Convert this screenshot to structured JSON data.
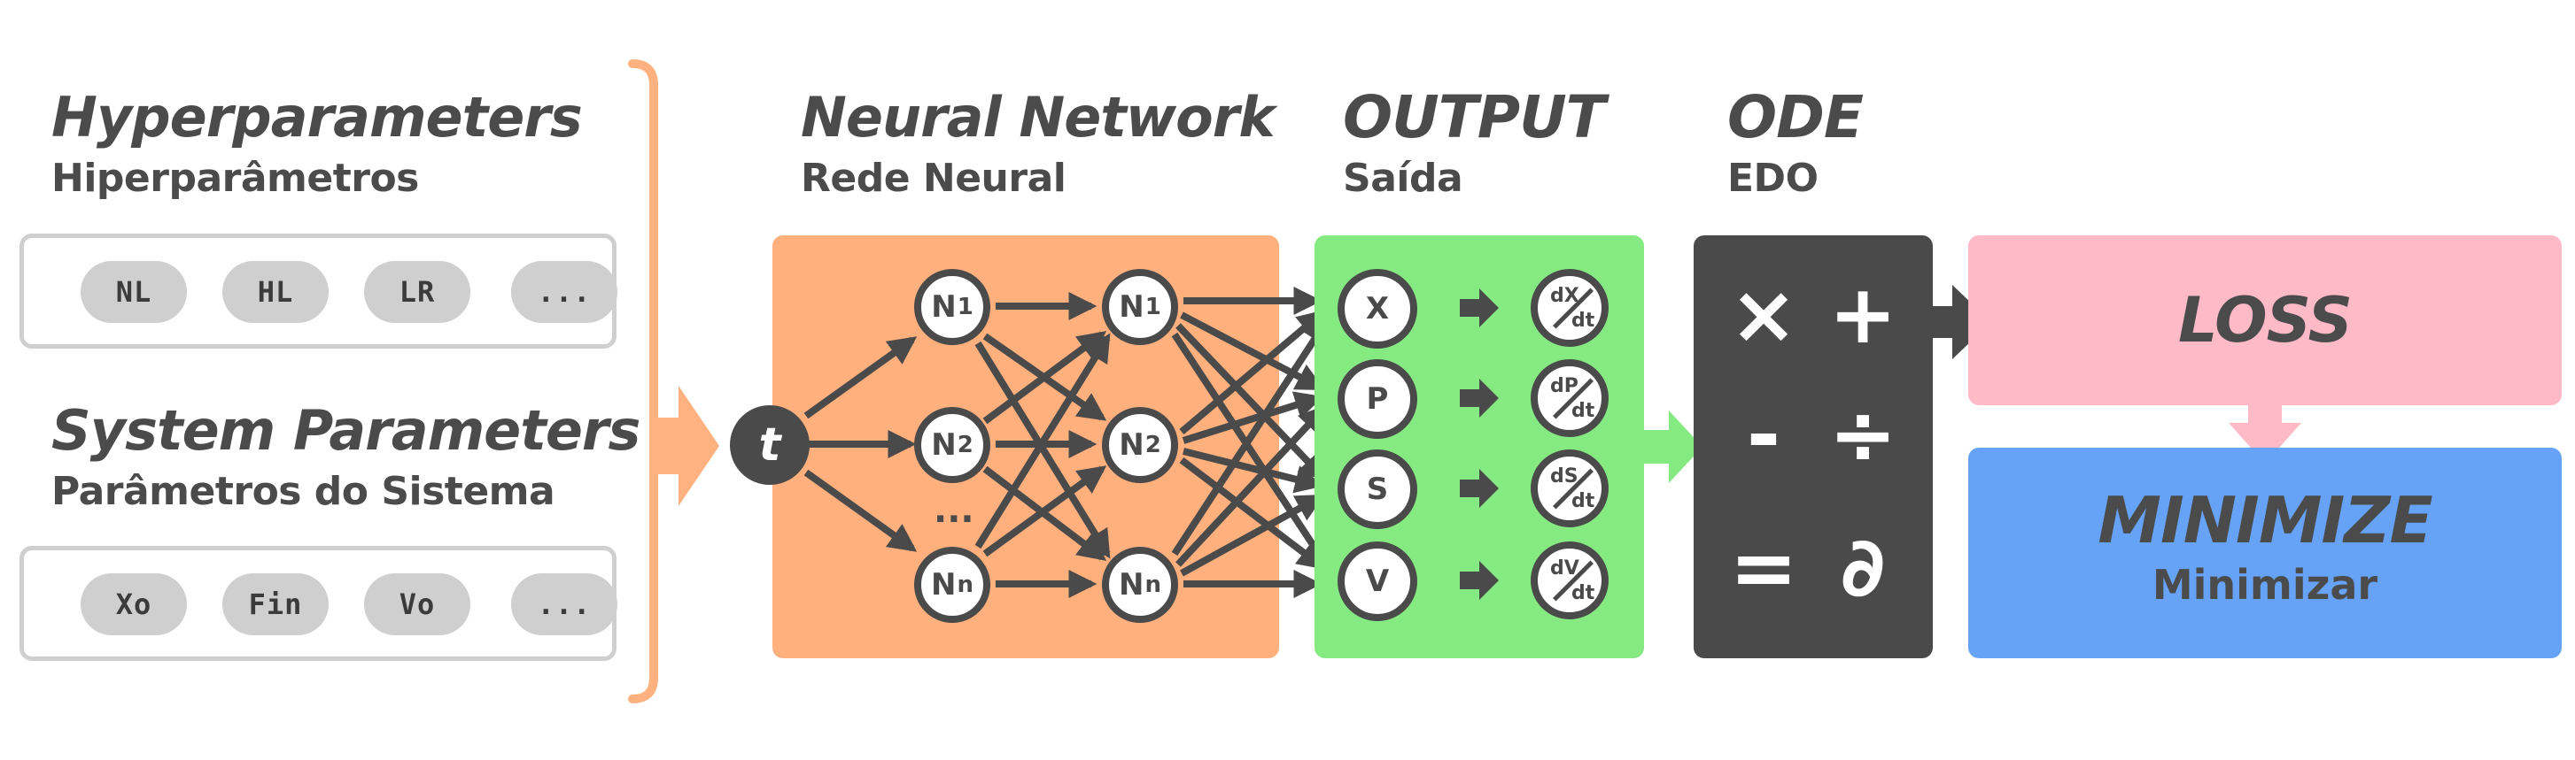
{
  "hyperparameters": {
    "title": "Hyperparameters",
    "subtitle": "Hiperparâmetros",
    "items": [
      "NL",
      "HL",
      "LR",
      "..."
    ]
  },
  "system_parameters": {
    "title": "System Parameters",
    "subtitle": "Parâmetros do Sistema",
    "items": [
      "Xo",
      "Fin",
      "Vo",
      "..."
    ]
  },
  "neural_network": {
    "title": "Neural Network",
    "subtitle": "Rede Neural",
    "input": "t",
    "hidden_layer_1": [
      {
        "base": "N",
        "sub": "1"
      },
      {
        "base": "N",
        "sub": "2"
      },
      {
        "base": "N",
        "sub": "n"
      }
    ],
    "hidden_layer_2": [
      {
        "base": "N",
        "sub": "1"
      },
      {
        "base": "N",
        "sub": "2"
      },
      {
        "base": "N",
        "sub": "n"
      }
    ],
    "ellipsis": "..."
  },
  "output": {
    "title": "OUTPUT",
    "subtitle": "Saída",
    "variables": [
      "X",
      "P",
      "S",
      "V"
    ],
    "derivatives": [
      {
        "num": "dX",
        "den": "dt"
      },
      {
        "num": "dP",
        "den": "dt"
      },
      {
        "num": "dS",
        "den": "dt"
      },
      {
        "num": "dV",
        "den": "dt"
      }
    ]
  },
  "ode": {
    "title": "ODE",
    "subtitle": "EDO",
    "operators": [
      "×",
      "+",
      "-",
      "÷",
      "=",
      "∂"
    ]
  },
  "loss": {
    "title": "LOSS"
  },
  "minimize": {
    "title": "MINIMIZE",
    "subtitle": "Minimizar"
  },
  "colors": {
    "bracket": "#ffb27f",
    "nn_panel": "#ffb07d",
    "output_panel": "#86ea82",
    "ode_panel": "#4a4a4a",
    "loss_panel": "#ffbac8",
    "minimize_panel": "#66a3f7",
    "chip": "#cfcfcf",
    "node_stroke": "#4a4a4a"
  }
}
